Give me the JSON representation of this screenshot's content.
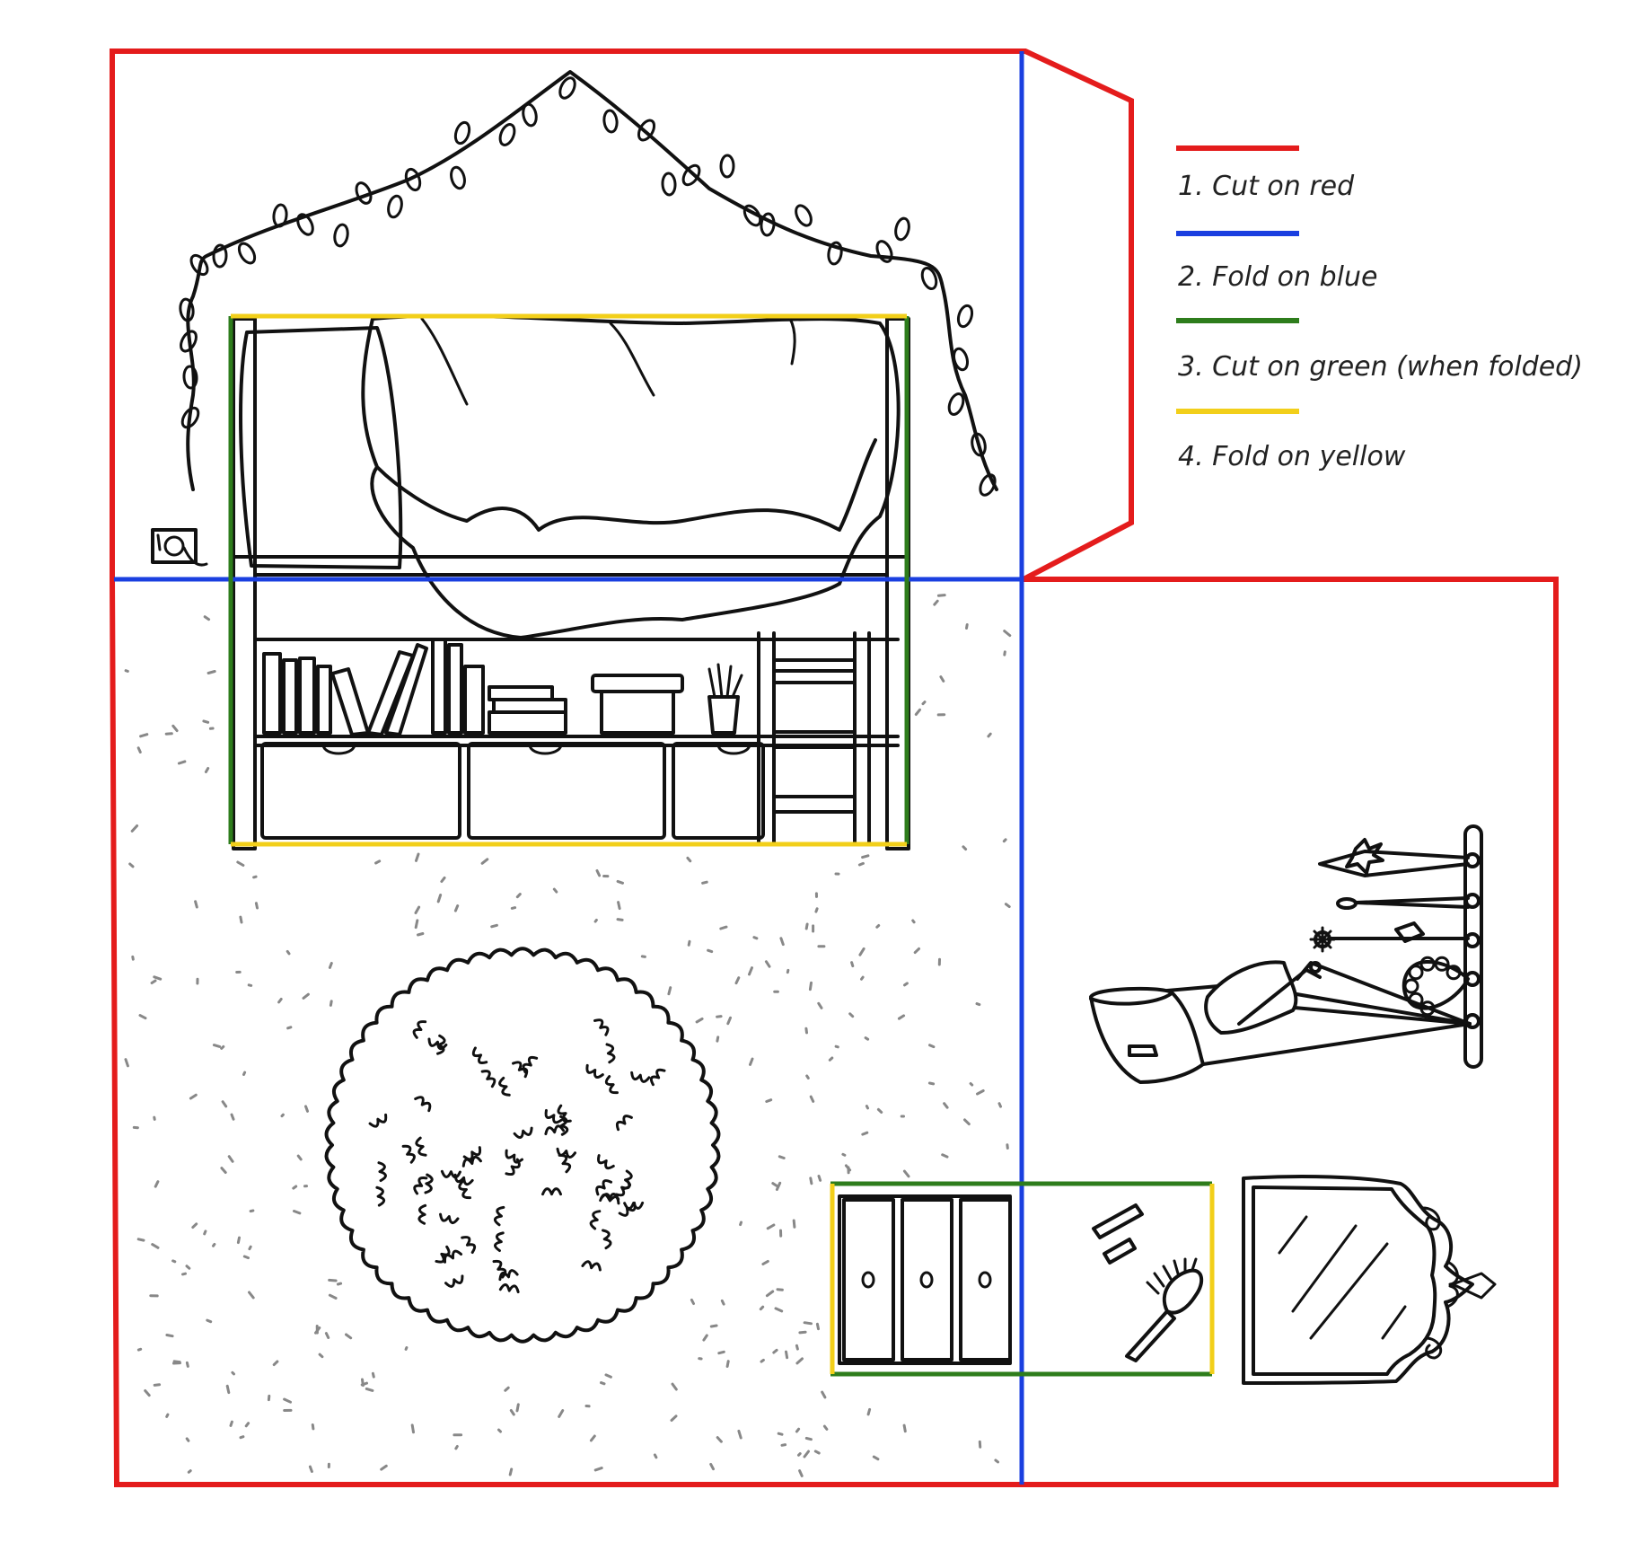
{
  "legend": {
    "items": [
      {
        "color": "#e41c1c",
        "label": "1. Cut on red"
      },
      {
        "color": "#1a3fe0",
        "label": "2. Fold on blue"
      },
      {
        "color": "#2e7d1c",
        "label": "3. Cut on green (when folded)"
      },
      {
        "color": "#f2cf1a",
        "label": "4. Fold on yellow"
      }
    ]
  },
  "colors": {
    "cut": "#e41c1c",
    "fold": "#1a3fe0",
    "cut_folded": "#2e7d1c",
    "fold_secondary": "#f2cf1a",
    "ink": "#111111",
    "speckle": "#888888"
  },
  "icons": [
    "string-lights-icon",
    "wall-socket-icon",
    "bunk-bed-icon",
    "bookshelf-icon",
    "ladder-icon",
    "fluffy-rug-icon",
    "wall-hooks-icon",
    "bag-icon",
    "pillow-icon",
    "dresser-icon",
    "hairbrush-icon",
    "lipstick-icon",
    "mirror-icon"
  ]
}
